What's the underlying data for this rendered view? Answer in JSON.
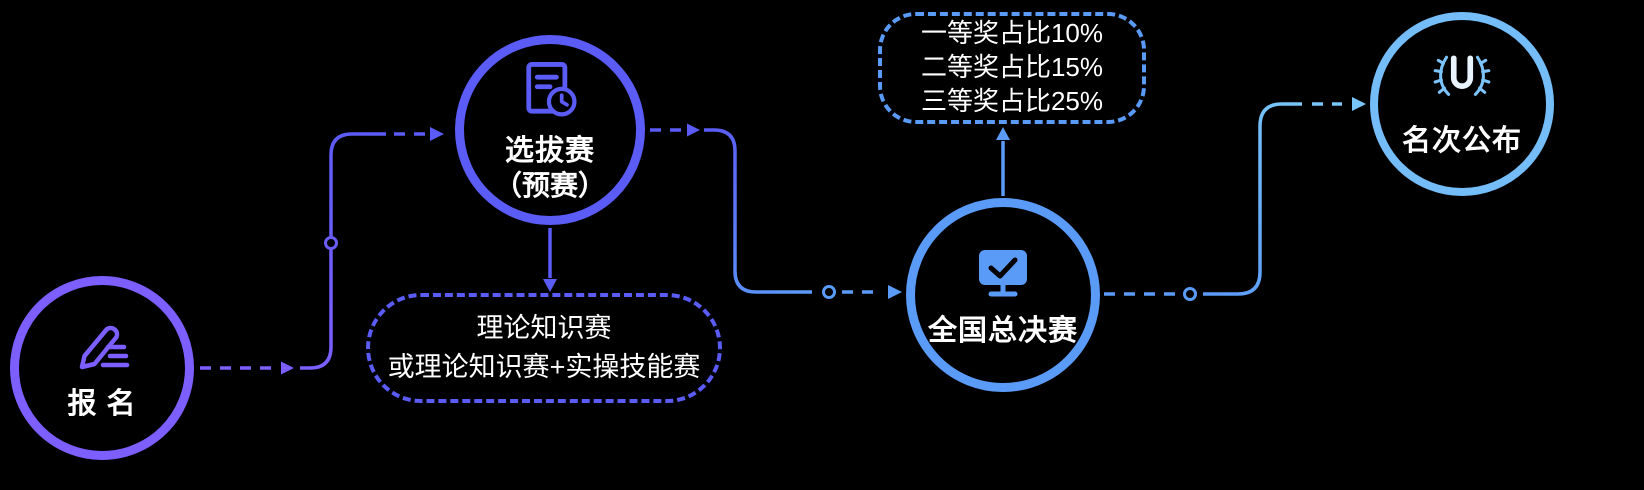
{
  "flow": {
    "node_registration": {
      "label": "报 名",
      "icon": "pencil-edit-icon"
    },
    "node_selection": {
      "label_line1": "选拔赛",
      "label_line2": "（预赛）",
      "icon": "document-clock-icon"
    },
    "node_finals": {
      "label": "全国总决赛",
      "icon": "monitor-check-icon"
    },
    "node_results": {
      "label": "名次公布",
      "icon": "laurel-u-icon"
    },
    "box_selection_detail": {
      "line1": "理论知识赛",
      "line2": "或理论知识赛+实操技能赛"
    },
    "box_prize_detail": {
      "line1": "一等奖占比10%",
      "line2": "二等奖占比15%",
      "line3": "三等奖占比25%"
    }
  },
  "colors": {
    "background": "#000000",
    "purple": "#7d5fff",
    "indigo": "#5b5bf5",
    "blue": "#5b9bf8",
    "light_blue": "#74bdf8",
    "text": "#ffffff"
  }
}
